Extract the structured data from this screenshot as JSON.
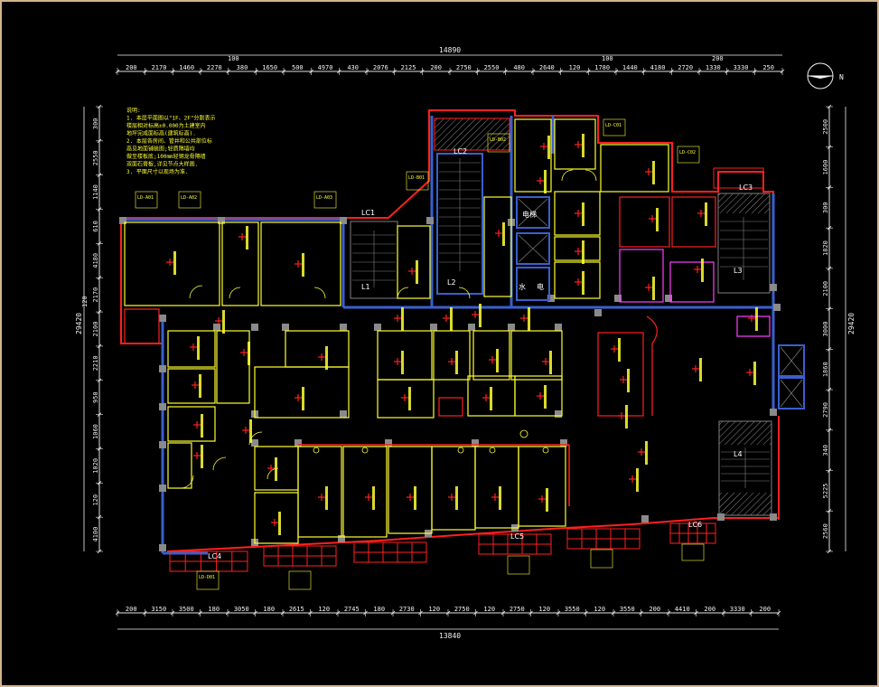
{
  "drawing": {
    "overall_top": "14890",
    "overall_bottom": "13840",
    "overall_left": "29420",
    "overall_right": "29420",
    "top_marks": [
      "100",
      "100",
      "200"
    ],
    "top_dims": [
      "200",
      "2170",
      "1460",
      "2270",
      "380",
      "1650",
      "500",
      "4970",
      "430",
      "2076",
      "2125",
      "200",
      "2750",
      "2550",
      "480",
      "2640",
      "120",
      "1780",
      "1440",
      "4180",
      "2720",
      "1330",
      "3330",
      "250"
    ],
    "bottom_dims": [
      "200",
      "3150",
      "3500",
      "180",
      "3050",
      "180",
      "2615",
      "120",
      "2745",
      "180",
      "2730",
      "120",
      "2750",
      "120",
      "2750",
      "120",
      "3550",
      "120",
      "3550",
      "200",
      "4410",
      "200",
      "3330",
      "200"
    ],
    "left_dims": [
      "300",
      "2550",
      "1140",
      "610",
      "4180",
      "2170",
      "2100",
      "2210",
      "950",
      "1060",
      "1020",
      "120",
      "4100"
    ],
    "right_dims": [
      "2500",
      "1600",
      "300",
      "1820",
      "2100",
      "3000",
      "1860",
      "2790",
      "340",
      "5225",
      "2560"
    ],
    "left_mark": "120",
    "compass": "N",
    "notes": [
      "说明:",
      "1. 本层平面图以\"1F、2F\"分割表示",
      "   楼层相对标高±0.000为土建室内",
      "   地坪完成面标高(建筑标高).",
      "2. 本层各房间、管井和公共部位标",
      "   高见地面铺装图;轻质隔墙均",
      "   做至楼板底;100mm轻钢龙骨隔墙",
      "   双面石膏板,详见节点大样图.",
      "3. 平面尺寸以现场为准."
    ],
    "stair_labels": [
      "L1",
      "L2",
      "L3",
      "L4"
    ],
    "lift_labels": [
      "电梯",
      "水",
      "电"
    ],
    "room_tags": [
      "LD-A01",
      "LD-A02",
      "LD-A03",
      "LD-B01",
      "LD-B02",
      "LD-C01",
      "LD-C02",
      "LD-D01"
    ],
    "window_tags": [
      "LC1",
      "LC2",
      "LC3",
      "LC4",
      "LC5",
      "LC6"
    ]
  },
  "colors": {
    "background": "#000000",
    "frame": "#d2b48c",
    "wall_blue": "#3a5fcd",
    "wall_red": "#ff2020",
    "partition_yellow": "#ffff33",
    "room_red": "#ff2020",
    "stair_gray": "#808080",
    "magenta": "#ff40ff",
    "white": "#f2f2f2"
  }
}
